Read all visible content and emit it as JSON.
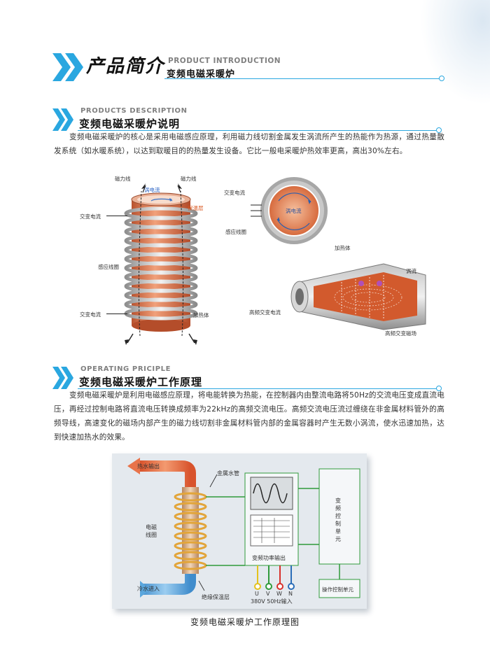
{
  "header": {
    "title_cn": "产品简介",
    "title_en": "PRODUCT INTRODUCTION",
    "subtitle_cn": "变频电磁采暖炉"
  },
  "section1": {
    "en": "PRODUCTS DESCRIPTION",
    "cn": "变频电磁采暖炉说明",
    "paragraph": "变频电磁采暖炉的核心是采用电磁感应原理，利用磁力线切割金属发生涡流所产生的热能作为热源，通过热量散发系统（如水暖系统），以达到取暖目的的热量发生设备。它比一般电采暖炉热效率更高，高出30%左右。"
  },
  "figure1": {
    "coil": {
      "magnetic_line_left": "磁力线",
      "magnetic_line_right": "磁力线",
      "eddy": "涡电流",
      "insulation": "保温层",
      "ac_top": "交变电流",
      "induction_coil": "感应线圈",
      "ac_bottom": "交变电流",
      "heater": "加热体"
    },
    "circle": {
      "ac": "交变电流",
      "eddy": "涡电流",
      "coil": "感应线圈"
    },
    "cone": {
      "heater": "加热体",
      "eddy": "涡流",
      "hf_current": "高频交变电流",
      "hf_field": "高频交变磁场"
    }
  },
  "section2": {
    "en": "OPERATING PRICIPLE",
    "cn": "变频电磁采暖炉工作原理",
    "paragraph": "变频电磁采暖炉是利用电磁感应原理，将电能转换为热能，在控制器内由整流电路将50Hz的交流电压变成直流电压，再经过控制电路将直流电压转换成频率为22kHz的高频交流电压。高频交流电压流过缠绕在非金属材料管外的高频导线，高速变化的磁场内部产生的磁力线切割非金属材料管内部的金属容器时产生无数小涡流，使水迅速加热，达到快速加热水的效果。"
  },
  "figure2": {
    "hot_out": "热水输出",
    "metal_pipe": "金属水管",
    "em_coil": "电磁\n线圈",
    "cold_in": "冷水进入",
    "insulation": "绝缘保温层",
    "inverter_out": "变频功率输出",
    "control_unit": "变频控制单元",
    "operation_unit": "操作控制单元",
    "phases": [
      "U",
      "V",
      "W",
      "N"
    ],
    "phase_colors": [
      "#e4c21b",
      "#2f9a3a",
      "#d8302a",
      "#2a6db8"
    ],
    "power_input": "380V 50Hz输入",
    "caption": "变频电磁采暖炉工作原理图"
  },
  "colors": {
    "accent_blue": "#2aa7e0",
    "copper": "#d8744a",
    "hot_pipe": "#e8734a",
    "cold_pipe": "#5aa6dd"
  }
}
